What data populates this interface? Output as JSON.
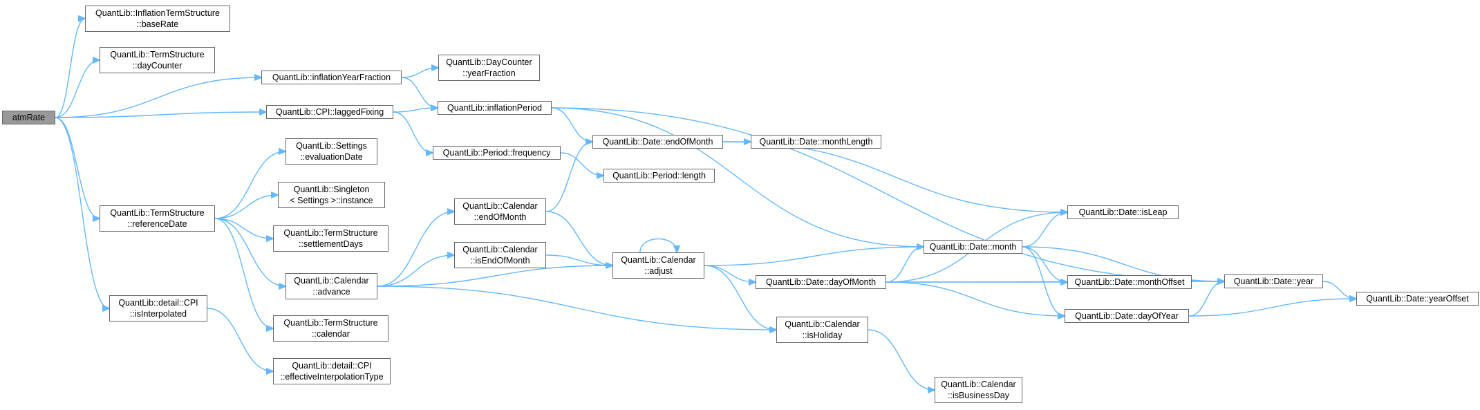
{
  "diagram": {
    "nodes": {
      "atmRate": {
        "lines": [
          "atmRate"
        ],
        "root": true
      },
      "baseRate": {
        "lines": [
          "QuantLib::InflationTermStructure",
          "::baseRate"
        ]
      },
      "dayCounter": {
        "lines": [
          "QuantLib::TermStructure",
          "::dayCounter"
        ]
      },
      "inflationYearFraction": {
        "lines": [
          "QuantLib::inflationYearFraction"
        ]
      },
      "yearFraction": {
        "lines": [
          "QuantLib::DayCounter",
          "::yearFraction"
        ]
      },
      "laggedFixing": {
        "lines": [
          "QuantLib::CPI::laggedFixing"
        ]
      },
      "inflationPeriod": {
        "lines": [
          "QuantLib::inflationPeriod"
        ]
      },
      "evaluationDate": {
        "lines": [
          "QuantLib::Settings",
          "::evaluationDate"
        ]
      },
      "frequency": {
        "lines": [
          "QuantLib::Period::frequency"
        ]
      },
      "dateEndOfMonth": {
        "lines": [
          "QuantLib::Date::endOfMonth"
        ]
      },
      "monthLength": {
        "lines": [
          "QuantLib::Date::monthLength"
        ]
      },
      "periodLength": {
        "lines": [
          "QuantLib::Period::length"
        ]
      },
      "singletonInstance": {
        "lines": [
          "QuantLib::Singleton",
          "< Settings >::instance"
        ]
      },
      "referenceDate": {
        "lines": [
          "QuantLib::TermStructure",
          "::referenceDate"
        ]
      },
      "calEndOfMonth": {
        "lines": [
          "QuantLib::Calendar",
          "::endOfMonth"
        ]
      },
      "isLeap": {
        "lines": [
          "QuantLib::Date::isLeap"
        ]
      },
      "settlementDays": {
        "lines": [
          "QuantLib::TermStructure",
          "::settlementDays"
        ]
      },
      "isEndOfMonth": {
        "lines": [
          "QuantLib::Calendar",
          "::isEndOfMonth"
        ]
      },
      "adjust": {
        "lines": [
          "QuantLib::Calendar",
          "::adjust"
        ]
      },
      "dateMonth": {
        "lines": [
          "QuantLib::Date::month"
        ]
      },
      "advance": {
        "lines": [
          "QuantLib::Calendar",
          "::advance"
        ]
      },
      "dayOfMonth": {
        "lines": [
          "QuantLib::Date::dayOfMonth"
        ]
      },
      "monthOffset": {
        "lines": [
          "QuantLib::Date::monthOffset"
        ]
      },
      "dateYear": {
        "lines": [
          "QuantLib::Date::year"
        ]
      },
      "yearOffset": {
        "lines": [
          "QuantLib::Date::yearOffset"
        ]
      },
      "isInterpolated": {
        "lines": [
          "QuantLib::detail::CPI",
          "::isInterpolated"
        ]
      },
      "dayOfYear": {
        "lines": [
          "QuantLib::Date::dayOfYear"
        ]
      },
      "tsCalendar": {
        "lines": [
          "QuantLib::TermStructure",
          "::calendar"
        ]
      },
      "isHoliday": {
        "lines": [
          "QuantLib::Calendar",
          "::isHoliday"
        ]
      },
      "effInterp": {
        "lines": [
          "QuantLib::detail::CPI",
          "::effectiveInterpolationType"
        ]
      },
      "isBusinessDay": {
        "lines": [
          "QuantLib::Calendar",
          "::isBusinessDay"
        ]
      }
    },
    "edges": [
      [
        "atmRate",
        "baseRate"
      ],
      [
        "atmRate",
        "dayCounter"
      ],
      [
        "atmRate",
        "inflationYearFraction"
      ],
      [
        "atmRate",
        "laggedFixing"
      ],
      [
        "atmRate",
        "referenceDate"
      ],
      [
        "atmRate",
        "isInterpolated"
      ],
      [
        "inflationYearFraction",
        "yearFraction"
      ],
      [
        "inflationYearFraction",
        "inflationPeriod"
      ],
      [
        "laggedFixing",
        "inflationPeriod"
      ],
      [
        "laggedFixing",
        "frequency"
      ],
      [
        "inflationPeriod",
        "dateEndOfMonth"
      ],
      [
        "inflationPeriod",
        "dateMonth"
      ],
      [
        "inflationPeriod",
        "dateYear"
      ],
      [
        "frequency",
        "periodLength"
      ],
      [
        "dateEndOfMonth",
        "monthLength"
      ],
      [
        "dateEndOfMonth",
        "isLeap"
      ],
      [
        "referenceDate",
        "evaluationDate"
      ],
      [
        "referenceDate",
        "singletonInstance"
      ],
      [
        "referenceDate",
        "settlementDays"
      ],
      [
        "referenceDate",
        "advance"
      ],
      [
        "referenceDate",
        "tsCalendar"
      ],
      [
        "calEndOfMonth",
        "dateEndOfMonth"
      ],
      [
        "calEndOfMonth",
        "adjust"
      ],
      [
        "isEndOfMonth",
        "adjust"
      ],
      [
        "advance",
        "calEndOfMonth"
      ],
      [
        "advance",
        "isEndOfMonth"
      ],
      [
        "advance",
        "adjust"
      ],
      [
        "advance",
        "isHoliday"
      ],
      [
        "adjust",
        "adjust"
      ],
      [
        "adjust",
        "dateMonth"
      ],
      [
        "adjust",
        "dayOfMonth"
      ],
      [
        "adjust",
        "isHoliday"
      ],
      [
        "dateMonth",
        "isLeap"
      ],
      [
        "dateMonth",
        "monthOffset"
      ],
      [
        "dateMonth",
        "dateYear"
      ],
      [
        "dateMonth",
        "dayOfYear"
      ],
      [
        "dayOfMonth",
        "dateMonth"
      ],
      [
        "dayOfMonth",
        "isLeap"
      ],
      [
        "dayOfMonth",
        "monthOffset"
      ],
      [
        "dayOfMonth",
        "dayOfYear"
      ],
      [
        "dayOfMonth",
        "dateYear"
      ],
      [
        "dayOfYear",
        "dateYear"
      ],
      [
        "dayOfYear",
        "yearOffset"
      ],
      [
        "dateYear",
        "yearOffset"
      ],
      [
        "isInterpolated",
        "effInterp"
      ],
      [
        "isHoliday",
        "isBusinessDay"
      ]
    ]
  },
  "colors": {
    "edge": "#63b8ff",
    "node_border": "#666666",
    "root_fill": "#999999",
    "node_fill": "#ffffff"
  }
}
